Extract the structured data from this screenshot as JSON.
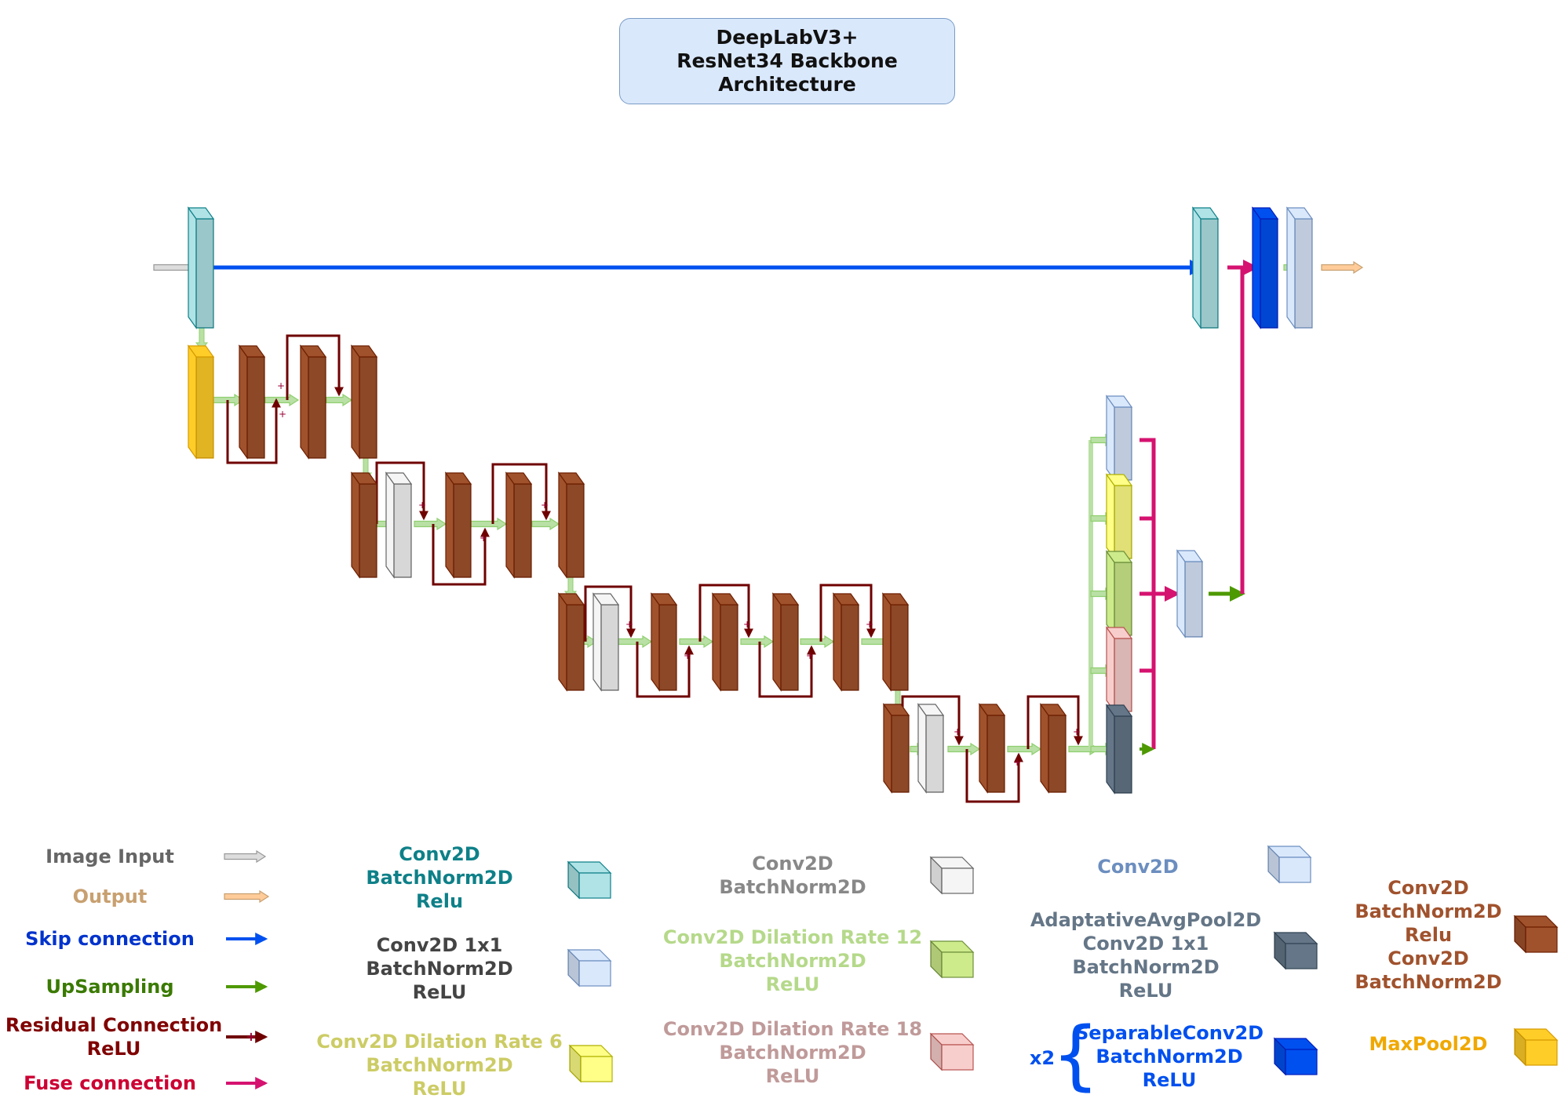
{
  "title": {
    "line1": "DeepLabV3+",
    "line2": "ResNet34 Backbone",
    "line3": "Architecture"
  },
  "colors": {
    "teal": "#b0e3e6",
    "teal_stroke": "#0e8088",
    "brown": "#a0522d",
    "brown_stroke": "#6d1f00",
    "white_block": "#f5f5f5",
    "white_stroke": "#666666",
    "light_blue": "#dae8fc",
    "light_blue_stroke": "#6c8ebf",
    "yellow": "#ffff88",
    "yellow_stroke": "#b0b000",
    "green_block": "#cdeb8b",
    "green_stroke": "#6d8f3a",
    "pink": "#f8cecc",
    "pink_stroke": "#b85450",
    "slate": "#647687",
    "slate_stroke": "#314354",
    "blue": "#0050ef",
    "blue_stroke": "#001dbc",
    "orange": "#ffcd28",
    "orange_stroke": "#d79b00",
    "skip_arrow": "#0050ef",
    "upsample_arrow": "#4d9900",
    "residual_arrow": "#6f0000",
    "fuse_arrow": "#d5126f",
    "flow_arrow": "#b9e0a5",
    "input_arrow": "#dddddd",
    "output_arrow": "#ffcc99"
  },
  "legend": {
    "image_input": "Image Input",
    "output": "Output",
    "skip_connection": "Skip connection",
    "upsampling": "UpSampling",
    "residual": {
      "line1": "Residual Connection",
      "line2": "ReLU"
    },
    "fuse_connection": "Fuse connection",
    "plus_sign": "+",
    "teal": {
      "line1": "Conv2D",
      "line2": "BatchNorm2D",
      "line3": "Relu"
    },
    "conv1x1": {
      "line1": "Conv2D 1x1",
      "line2": "BatchNorm2D",
      "line3": "ReLU"
    },
    "dil6": {
      "line1": "Conv2D Dilation Rate 6",
      "line2": "BatchNorm2D",
      "line3": "ReLU"
    },
    "white": {
      "line1": "Conv2D",
      "line2": "BatchNorm2D"
    },
    "dil12": {
      "line1": "Conv2D Dilation Rate 12",
      "line2": "BatchNorm2D",
      "line3": "ReLU"
    },
    "dil18": {
      "line1": "Conv2D Dilation Rate 18",
      "line2": "BatchNorm2D",
      "line3": "ReLU"
    },
    "conv2d": "Conv2D",
    "pool": {
      "line1": "AdaptativeAvgPool2D",
      "line2": "Conv2D 1x1",
      "line3": "BatchNorm2D",
      "line4": "ReLU"
    },
    "sep": {
      "prefix": "x2",
      "line1": "SeparableConv2D",
      "line2": "BatchNorm2D",
      "line3": "ReLU"
    },
    "resblock": {
      "line1": "Conv2D",
      "line2": "BatchNorm2D",
      "line3": "Relu",
      "line4": "Conv2D",
      "line5": "BatchNorm2D"
    },
    "maxpool": "MaxPool2D"
  }
}
